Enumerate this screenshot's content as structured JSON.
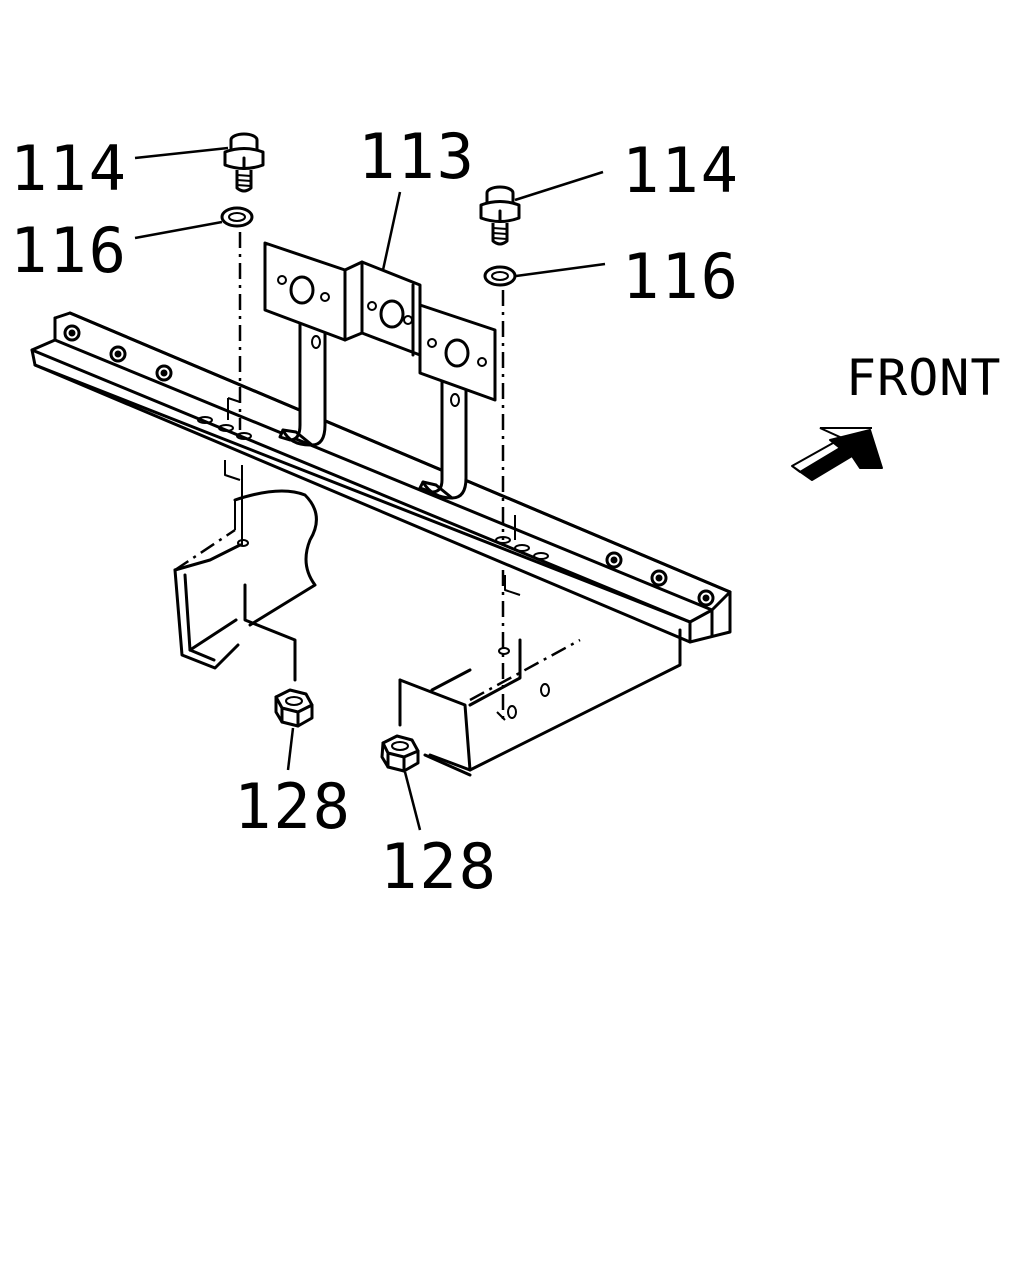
{
  "callouts": {
    "bolt_left": "114",
    "bolt_right": "114",
    "washer_left": "116",
    "washer_right": "116",
    "bracket": "113",
    "nut_left": "128",
    "nut_right": "128"
  },
  "front_label": "FRONT",
  "icons": {
    "front_arrow": "front-arrow-icon"
  }
}
